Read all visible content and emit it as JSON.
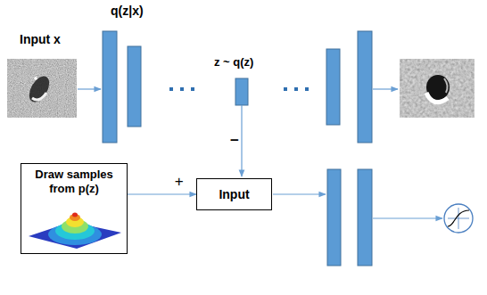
{
  "diagram": {
    "nodes": [
      {
        "text": [
          "Draw samples from p(z)"
        ]
      },
      {
        "text": [
          "Input"
        ]
      }
    ],
    "edges": [
      {
        "from": 0,
        "to": 1,
        "arrow": "to",
        "label": "+"
      }
    ],
    "labels": [
      "Input x",
      "q(z|x)",
      "z ~ q(z)",
      "−"
    ]
  }
}
